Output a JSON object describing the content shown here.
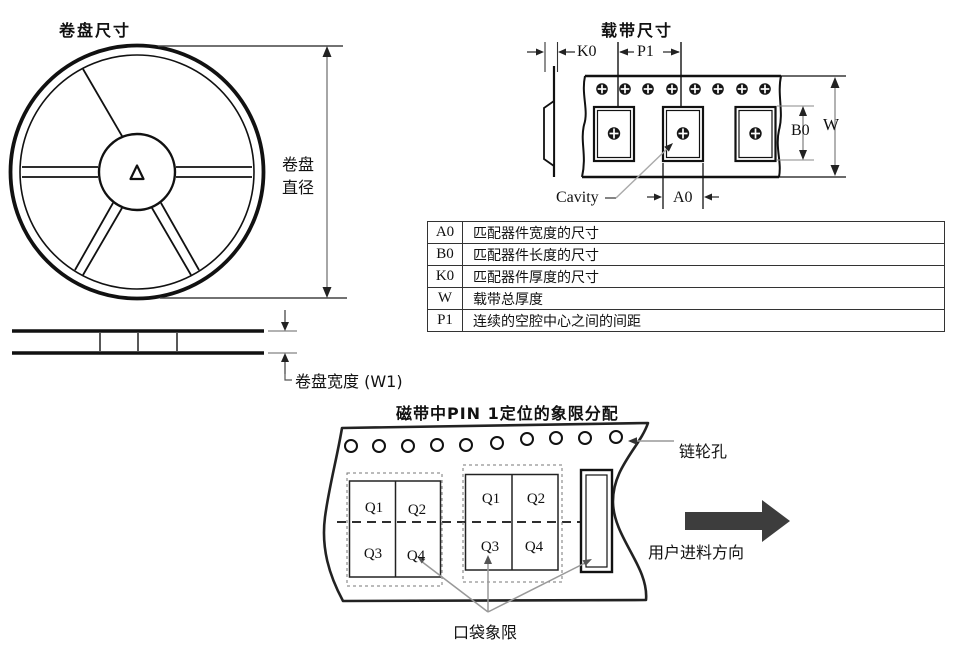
{
  "reel_front": {
    "title": "卷盘尺寸",
    "diameter_label": "卷盘直径"
  },
  "reel_side": {
    "width_label": "卷盘宽度 (W1)"
  },
  "carrier_tape": {
    "title": "载带尺寸",
    "dims": {
      "k0": "K0",
      "p1": "P1",
      "b0": "B0",
      "w": "W",
      "a0": "A0"
    },
    "cavity_label": "Cavity"
  },
  "legend_table": {
    "rows": [
      {
        "key": "A0",
        "desc": "匹配器件宽度的尺寸"
      },
      {
        "key": "B0",
        "desc": "匹配器件长度的尺寸"
      },
      {
        "key": "K0",
        "desc": "匹配器件厚度的尺寸"
      },
      {
        "key": "W",
        "desc": "载带总厚度"
      },
      {
        "key": "P1",
        "desc": "连续的空腔中心之间的间距"
      }
    ]
  },
  "quadrant_section": {
    "title": "磁带中PIN 1定位的象限分配",
    "sprocket_hole_label": "链轮孔",
    "feed_direction_label": "用户进料方向",
    "pocket_quadrants_label": "口袋象限",
    "pockets": [
      {
        "quadrants": [
          "Q1",
          "Q2",
          "Q3",
          "Q4"
        ]
      },
      {
        "quadrants": [
          "Q1",
          "Q2",
          "Q3",
          "Q4"
        ]
      }
    ]
  }
}
